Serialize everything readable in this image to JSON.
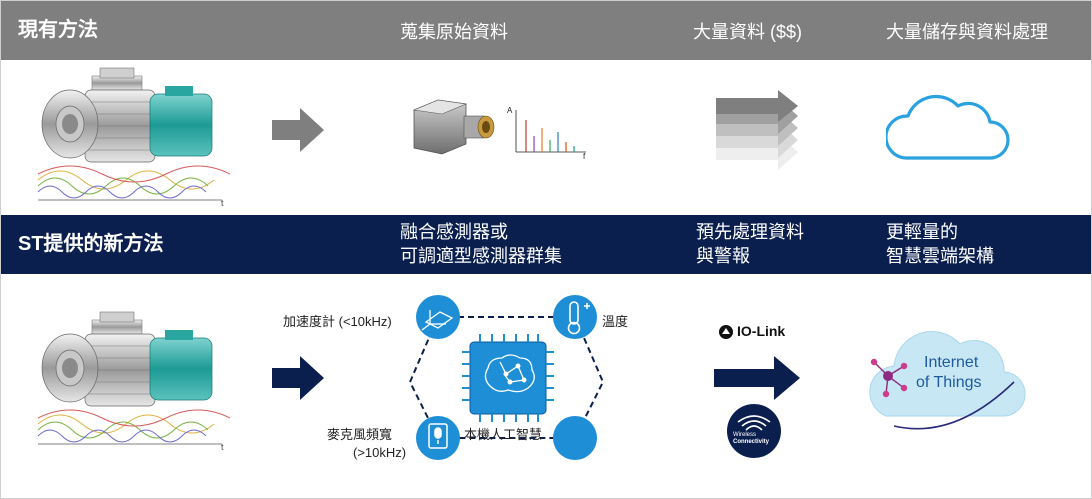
{
  "top_band": {
    "title": "現有方法",
    "col1": "蒐集原始資料",
    "col2": "大量資料 ($$)",
    "col3": "大量儲存與資料處理"
  },
  "bottom_band": {
    "title": "ST提供的新方法",
    "col1_line1": "融合感測器或",
    "col1_line2": "可調適型感測器群集",
    "col2_line1": "預先處理資料",
    "col2_line2": "與警報",
    "col3_line1": "更輕量的",
    "col3_line2": "智慧雲端架構"
  },
  "sensor_chart": {
    "y_label": "A",
    "x_label": "f"
  },
  "pump_time_label": "t",
  "sensors": {
    "accel": "加速度計 (<10kHz)",
    "temp": "溫度",
    "mic_line1": "麥克風頻寬",
    "mic_line2": "(>10kHz)",
    "chip": "本機人工智慧"
  },
  "iolink": {
    "label": "IO-Link"
  },
  "wireless": {
    "line1": "Wireless",
    "line2": "Connectivity"
  },
  "iot": {
    "line1": "Internet",
    "line2": "of Things"
  },
  "colors": {
    "band_gray": "#7f7f7f",
    "band_navy": "#0b1f4f",
    "arrow_gray": "#7f7f7f",
    "arrow_navy": "#0b1f4f",
    "accent_blue": "#1e8fd6",
    "cloud_blue": "#2aa1e0",
    "iot_purple": "#8e2a7f"
  }
}
